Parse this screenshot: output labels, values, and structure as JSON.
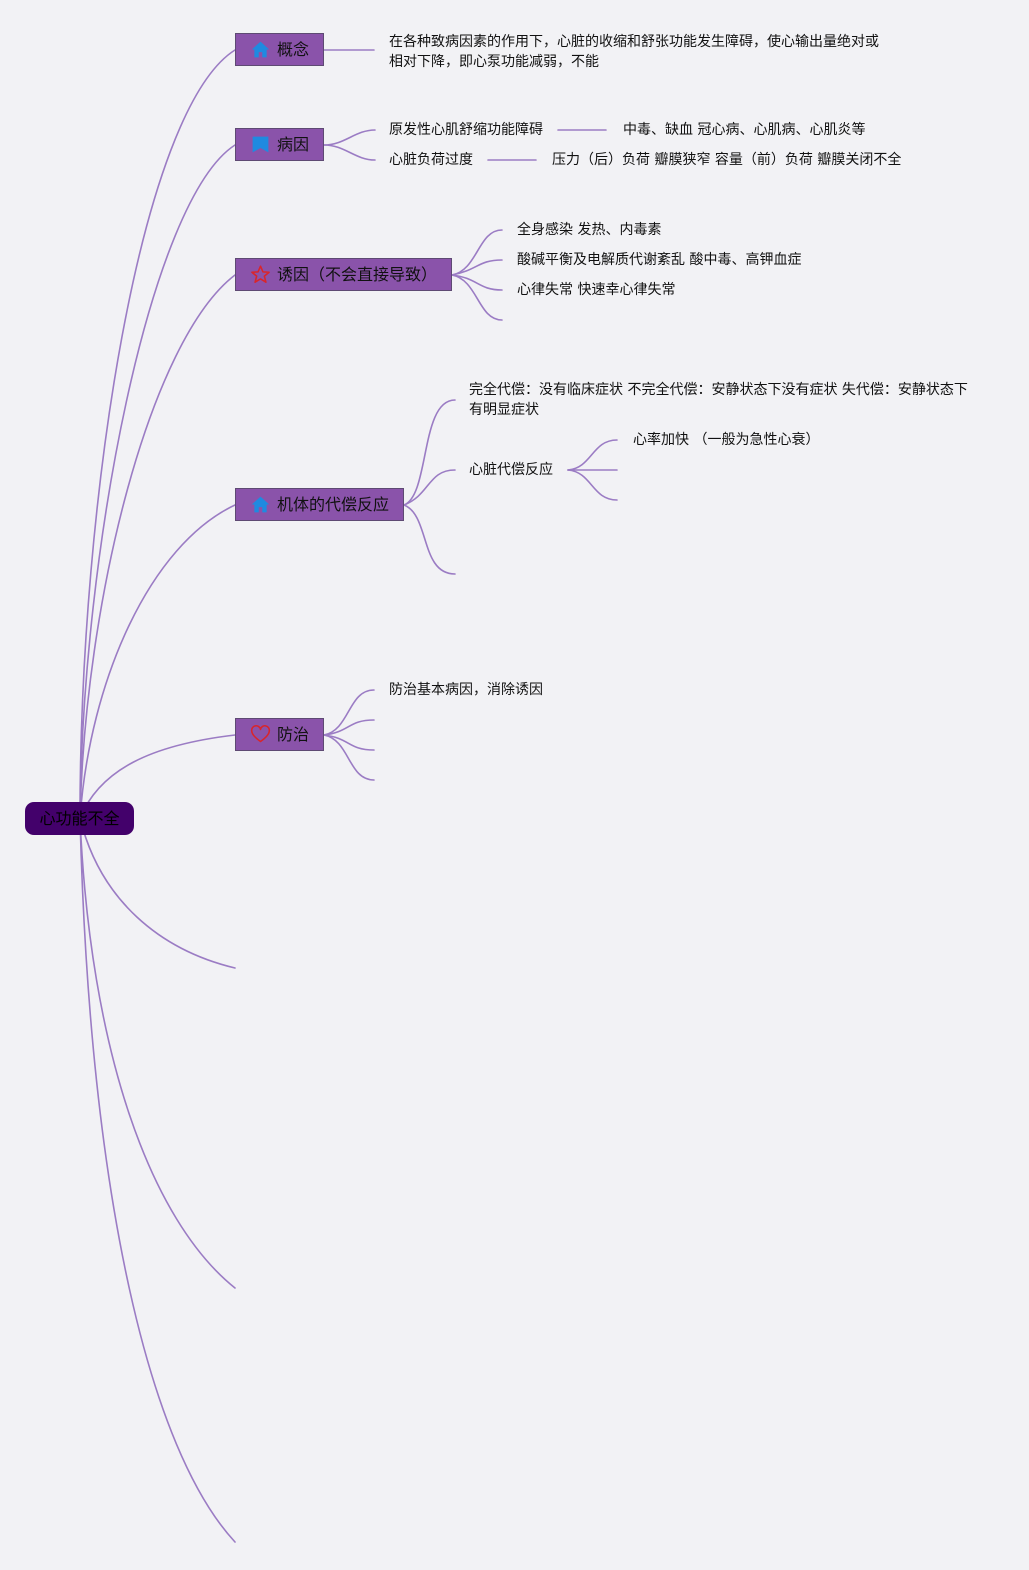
{
  "root": {
    "label": "心功能不全"
  },
  "colors": {
    "line": "#9b7cc4",
    "root_bg": "#43016b",
    "topic_bg": "#8a53aa",
    "icon_blue": "#1f8ae0",
    "icon_red": "#d9252b"
  },
  "topics": {
    "concept": {
      "label": "概念",
      "icon": "home-icon",
      "text": "在各种致病因素的作用下，心脏的收缩和舒张功能发生障碍，使心输出量绝对或相对下降，即心泵功能减弱，不能"
    },
    "cause": {
      "label": "病因",
      "icon": "flag-icon",
      "items": [
        {
          "label": "原发性心肌舒缩功能障碍",
          "detail": "中毒、缺血 冠心病、心肌病、心肌炎等"
        },
        {
          "label": "心脏负荷过度",
          "detail": "压力（后）负荷 瓣膜狭窄 容量（前）负荷 瓣膜关闭不全"
        }
      ]
    },
    "trigger": {
      "label": "诱因（不会直接导致）",
      "icon": "star-icon",
      "items": [
        "全身感染 发热、内毒素",
        "酸碱平衡及电解质代谢紊乱 酸中毒、高钾血症",
        "心律失常 快速幸心律失常"
      ]
    },
    "compensation": {
      "label": "机体的代偿反应",
      "icon": "home-icon",
      "items": {
        "first": "完全代偿：没有临床症状 不完全代偿：安静状态下没有症状 失代偿：安静状态下有明显症状",
        "cardiac": "心脏代偿反应",
        "cardiac_sub": "心率加快 （一般为急性心衰）"
      }
    },
    "prevention": {
      "label": "防治",
      "icon": "heart-icon",
      "items": [
        "防治基本病因，消除诱因"
      ]
    }
  }
}
